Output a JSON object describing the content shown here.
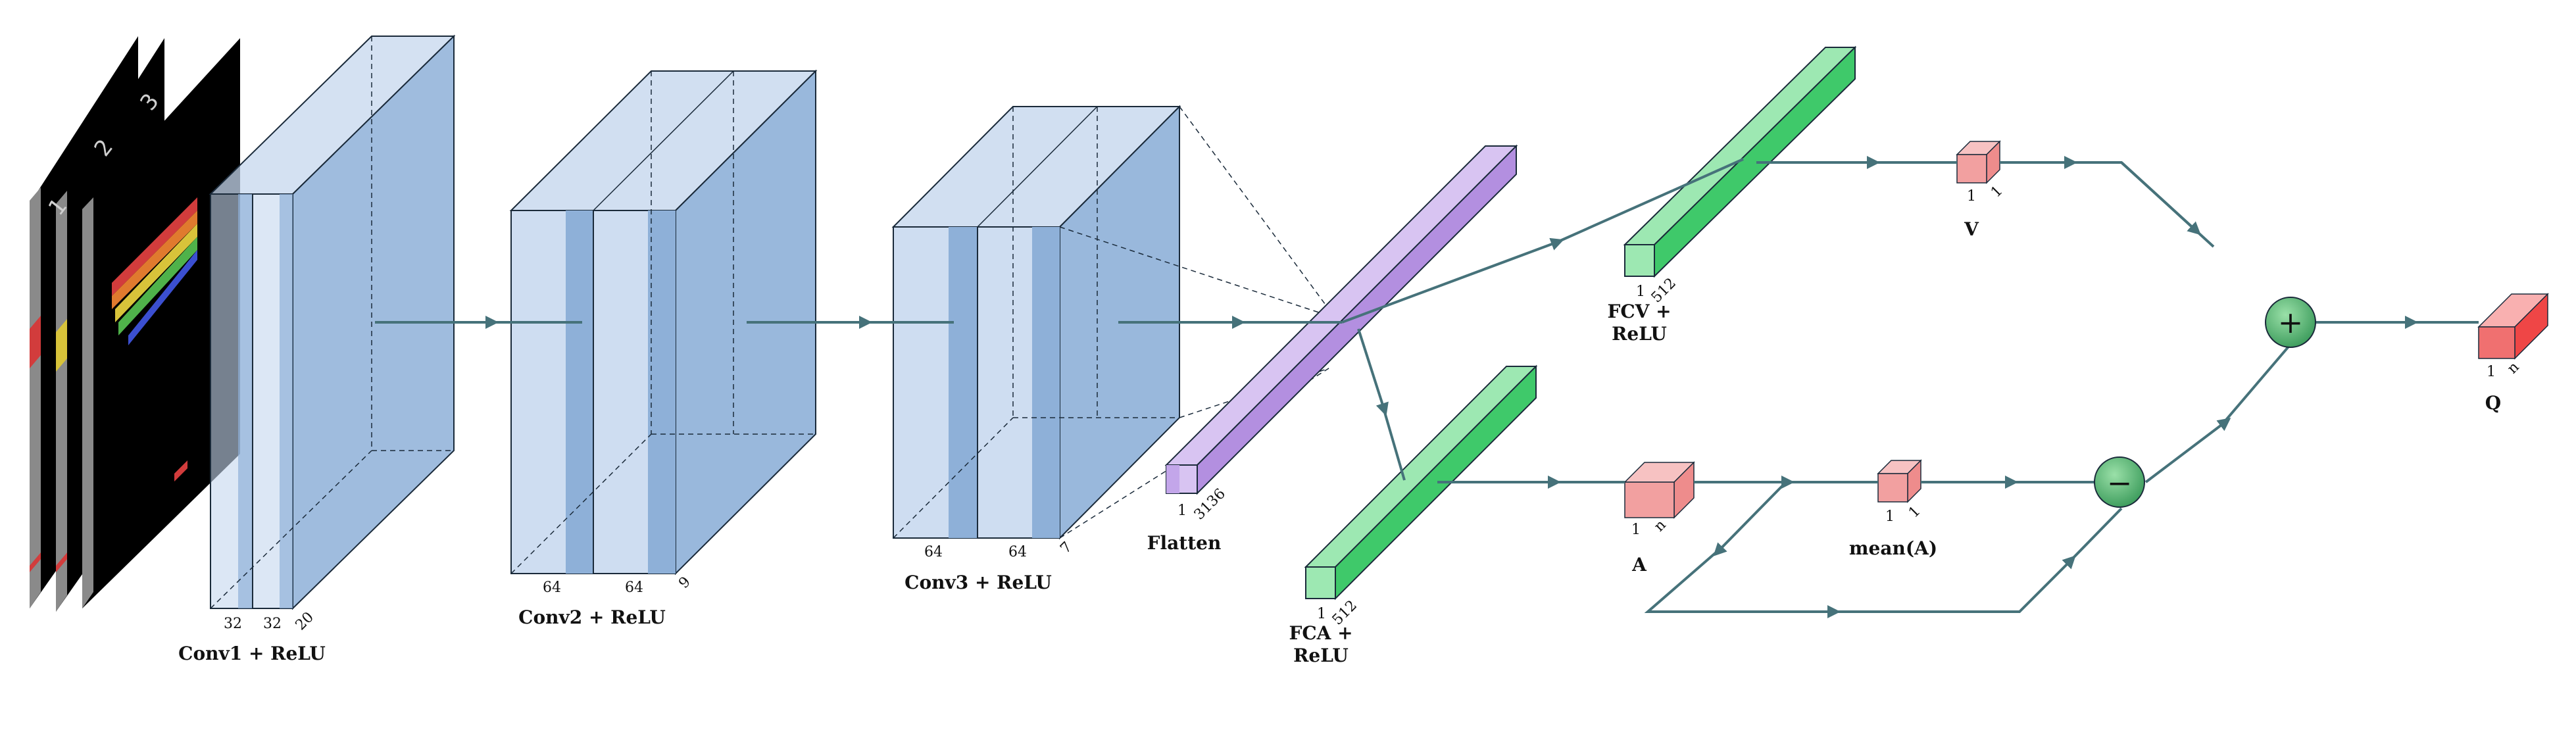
{
  "layers": {
    "conv1": {
      "label": "Conv1 + ReLU",
      "dims": [
        "32",
        "32",
        "20"
      ]
    },
    "conv2": {
      "label": "Conv2 + ReLU",
      "dims": [
        "64",
        "64",
        "9"
      ]
    },
    "conv3": {
      "label": "Conv3 + ReLU",
      "dims": [
        "64",
        "64",
        "7"
      ]
    },
    "flatten": {
      "label": "Flatten",
      "dims": [
        "1",
        "3136"
      ]
    },
    "fcv": {
      "label_line1": "FCV +",
      "label_line2": "ReLU",
      "dims": [
        "1",
        "512"
      ]
    },
    "fca": {
      "label_line1": "FCA +",
      "label_line2": "ReLU",
      "dims": [
        "1",
        "512"
      ]
    },
    "v": {
      "label": "V",
      "dims": [
        "1",
        "1"
      ]
    },
    "a": {
      "label": "A",
      "dims": [
        "1",
        "n"
      ]
    },
    "mean": {
      "label": "mean(A)",
      "dims": [
        "1",
        "1"
      ]
    },
    "q": {
      "label": "Q",
      "dims": [
        "1",
        "n"
      ]
    }
  },
  "operators": {
    "plus": "+",
    "minus": "−"
  },
  "colors": {
    "conv_face": "#c5d7ee",
    "conv_dark": "#8eb0d8",
    "flatten": "#b38fe0",
    "fc": "#3fc96a",
    "small": "#f2a0a0",
    "q_block": "#ef4646",
    "arrow": "#46727a",
    "op_green": "#3a9a5a"
  },
  "input_frame_glyphs": [
    "1",
    "2",
    "3"
  ]
}
